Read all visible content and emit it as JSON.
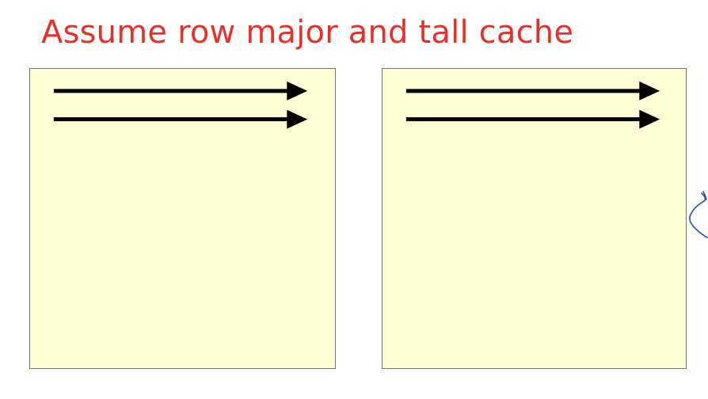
{
  "title": "Assume row major and tall cache",
  "colors": {
    "title": "#e8302a",
    "box_fill": "#ffffd5",
    "box_border": "#7a7a7a",
    "arrow": "#000000",
    "scribble": "#2a4fb0"
  },
  "diagram": {
    "matrices": [
      {
        "name": "left-matrix",
        "row_arrows": 2
      },
      {
        "name": "right-matrix",
        "row_arrows": 2
      }
    ]
  }
}
